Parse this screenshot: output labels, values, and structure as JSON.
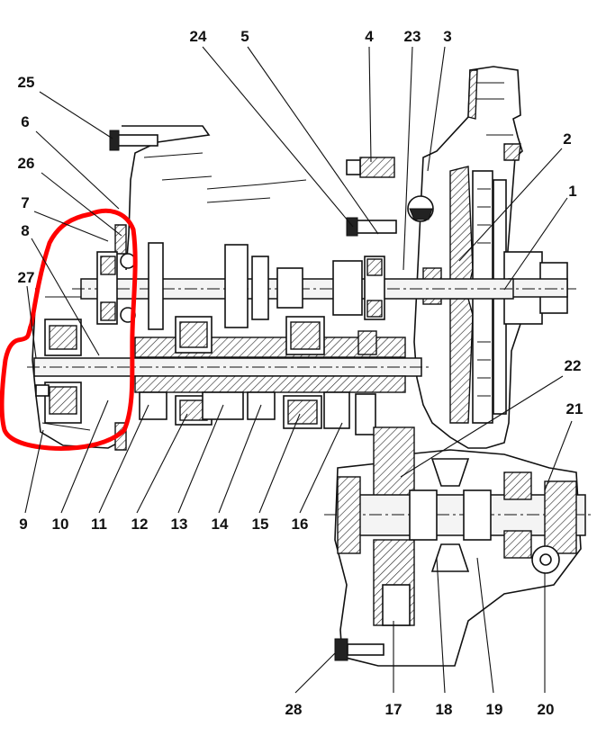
{
  "callouts": {
    "c1": "1",
    "c2": "2",
    "c3": "3",
    "c4": "4",
    "c5": "5",
    "c6": "6",
    "c7": "7",
    "c8": "8",
    "c9": "9",
    "c10": "10",
    "c11": "11",
    "c12": "12",
    "c13": "13",
    "c14": "14",
    "c15": "15",
    "c16": "16",
    "c17": "17",
    "c18": "18",
    "c19": "19",
    "c20": "20",
    "c21": "21",
    "c22": "22",
    "c23": "23",
    "c24": "24",
    "c25": "25",
    "c26": "26",
    "c27": "27",
    "c28": "28"
  },
  "colors": {
    "line": "#111111",
    "highlight": "#ff0000",
    "background": "#ffffff"
  }
}
